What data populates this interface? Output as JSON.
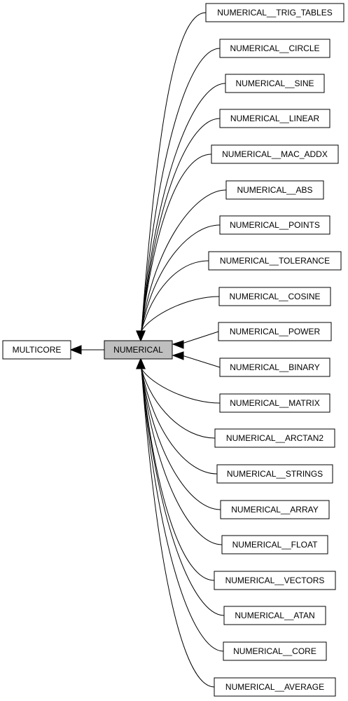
{
  "graph": {
    "parent": {
      "id": "multicore",
      "label": "MULTICORE"
    },
    "current": {
      "id": "numerical",
      "label": "NUMERICAL"
    },
    "children": [
      {
        "id": "trig-tables",
        "label": "NUMERICAL__TRIG_TABLES"
      },
      {
        "id": "circle",
        "label": "NUMERICAL__CIRCLE"
      },
      {
        "id": "sine",
        "label": "NUMERICAL__SINE"
      },
      {
        "id": "linear",
        "label": "NUMERICAL__LINEAR"
      },
      {
        "id": "mac-addx",
        "label": "NUMERICAL__MAC_ADDX"
      },
      {
        "id": "abs",
        "label": "NUMERICAL__ABS"
      },
      {
        "id": "points",
        "label": "NUMERICAL__POINTS"
      },
      {
        "id": "tolerance",
        "label": "NUMERICAL__TOLERANCE"
      },
      {
        "id": "cosine",
        "label": "NUMERICAL__COSINE"
      },
      {
        "id": "power",
        "label": "NUMERICAL__POWER"
      },
      {
        "id": "binary",
        "label": "NUMERICAL__BINARY"
      },
      {
        "id": "matrix",
        "label": "NUMERICAL__MATRIX"
      },
      {
        "id": "arctan2",
        "label": "NUMERICAL__ARCTAN2"
      },
      {
        "id": "strings",
        "label": "NUMERICAL__STRINGS"
      },
      {
        "id": "array",
        "label": "NUMERICAL__ARRAY"
      },
      {
        "id": "float",
        "label": "NUMERICAL__FLOAT"
      },
      {
        "id": "vectors",
        "label": "NUMERICAL__VECTORS"
      },
      {
        "id": "atan",
        "label": "NUMERICAL__ATAN"
      },
      {
        "id": "core",
        "label": "NUMERICAL__CORE"
      },
      {
        "id": "average",
        "label": "NUMERICAL__AVERAGE"
      }
    ]
  },
  "colors": {
    "current_fill": "#bfbfbf",
    "node_fill": "#ffffff",
    "stroke": "#000000"
  }
}
